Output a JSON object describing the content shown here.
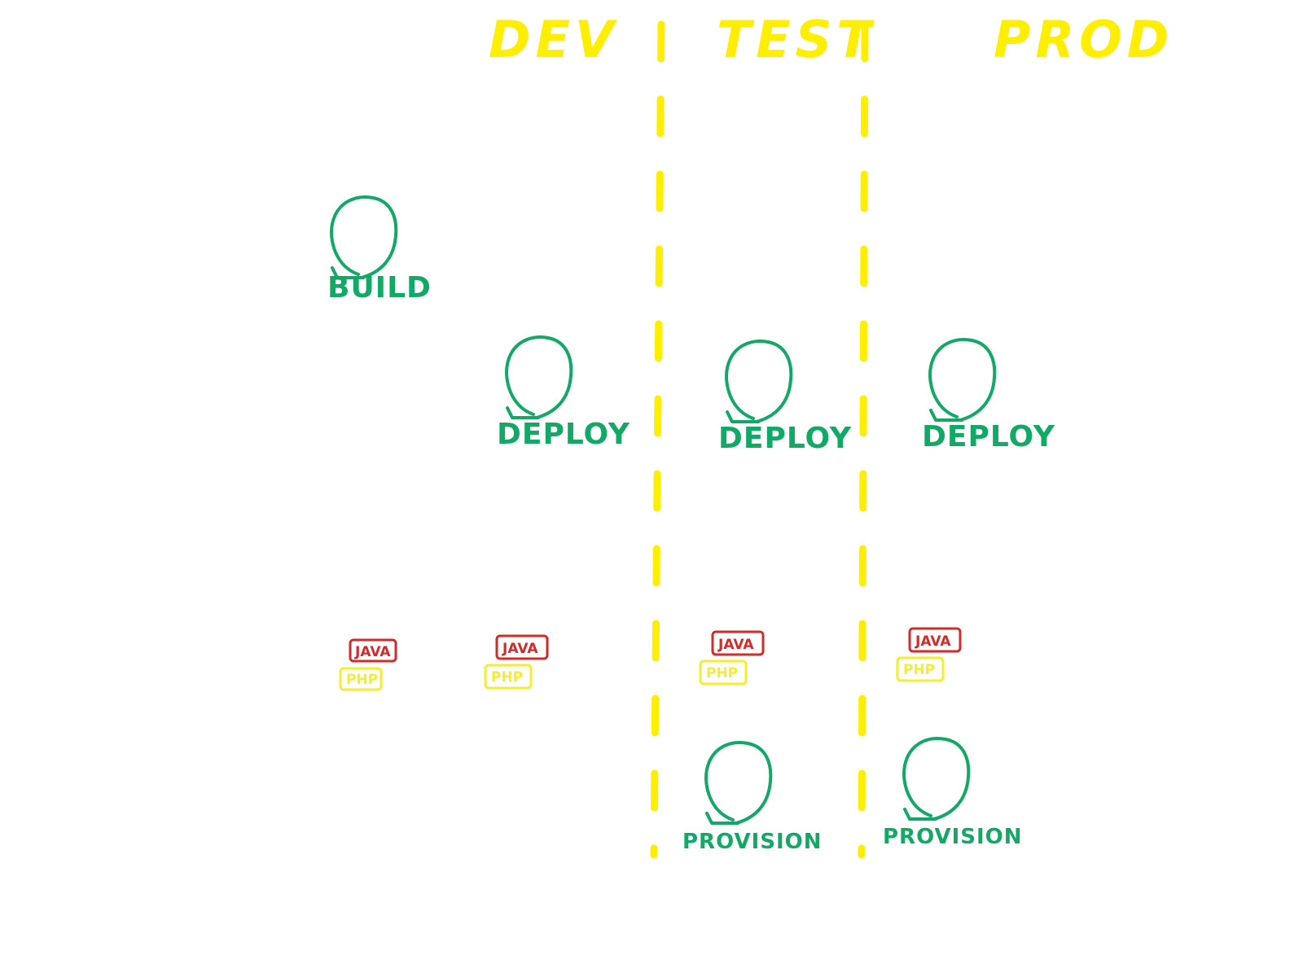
{
  "colors": {
    "background": "#ffffff",
    "environment": "#ffee00",
    "cycle": "#12a866",
    "java": "#d42a2a",
    "php": "#f4ee30"
  },
  "environments": [
    "DEV",
    "TEST",
    "PROD"
  ],
  "labels": {
    "build": "BUILD",
    "deploy_dev": "DEPLOY",
    "deploy_test": "DEPLOY",
    "deploy_prod": "DEPLOY",
    "provision_test": "PROVISION",
    "provision_prod": "PROVISION"
  },
  "tags": {
    "java": "JAVA",
    "php": "PHP"
  },
  "icons": [
    "cycle-arrow-icon"
  ]
}
